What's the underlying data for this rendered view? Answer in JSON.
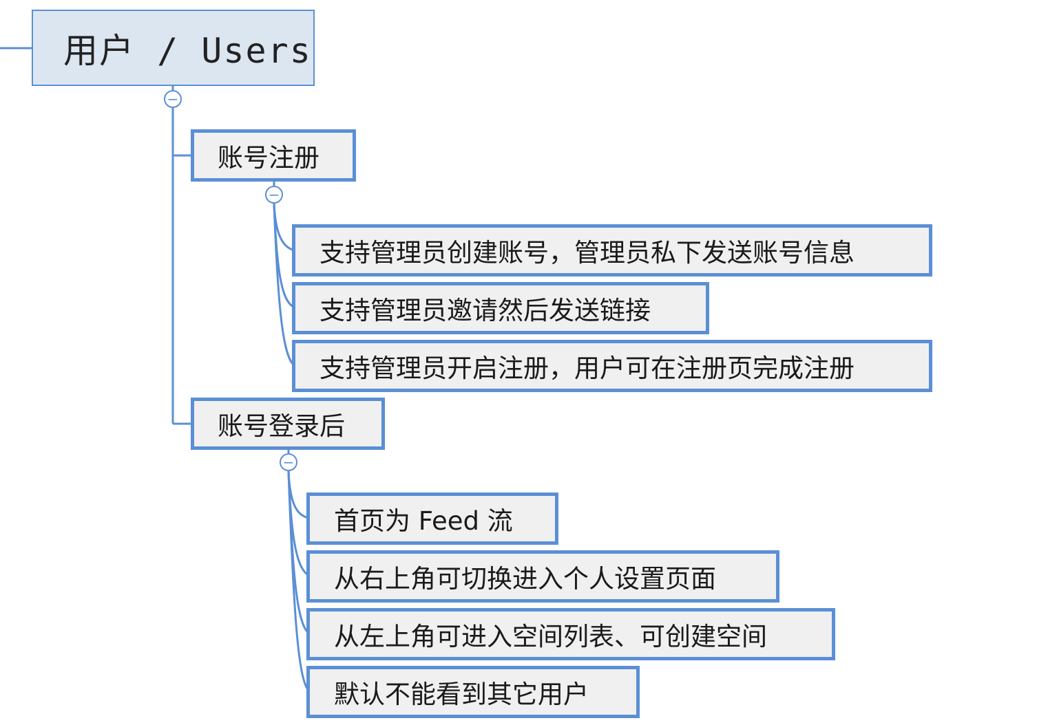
{
  "root": {
    "label": "用户 / Users"
  },
  "branches": [
    {
      "label": "账号注册",
      "children": [
        "支持管理员创建账号，管理员私下发送账号信息",
        "支持管理员邀请然后发送链接",
        "支持管理员开启注册，用户可在注册页完成注册"
      ]
    },
    {
      "label": "账号登录后",
      "children": [
        "首页为 Feed 流",
        "从右上角可切换进入个人设置页面",
        "从左上角可进入空间列表、可创建空间",
        "默认不能看到其它用户"
      ]
    }
  ],
  "icons": {
    "collapse": "minus-circle-icon"
  },
  "colors": {
    "accent": "#5b8fd5",
    "root_fill": "#dce6f1",
    "node_fill": "#f0f0f0"
  }
}
